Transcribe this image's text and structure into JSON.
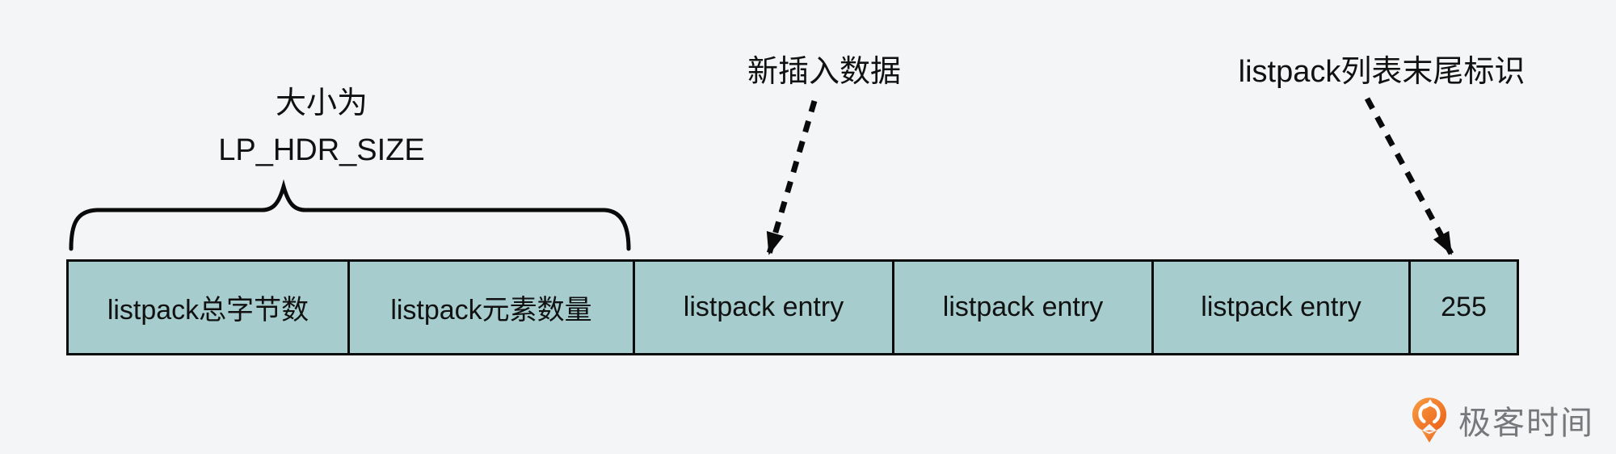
{
  "colors": {
    "background": "#f4f5f6",
    "cell_fill": "#a6cccd",
    "line": "#0a0a0a",
    "text": "#111111",
    "logo_orange_dark": "#eb5f17",
    "logo_orange_light": "#f79d44",
    "logo_text": "#77787b"
  },
  "brace_label": {
    "line1": "大小为",
    "line2": "LP_HDR_SIZE"
  },
  "callouts": {
    "new_data": "新插入数据",
    "end_marker": "listpack列表末尾标识"
  },
  "listpack": {
    "cells": [
      {
        "label": "listpack总字节数"
      },
      {
        "label": "listpack元素数量"
      },
      {
        "label": "listpack entry"
      },
      {
        "label": "listpack entry"
      },
      {
        "label": "listpack entry"
      },
      {
        "label": "255"
      }
    ]
  },
  "branding": {
    "name": "极客时间"
  }
}
